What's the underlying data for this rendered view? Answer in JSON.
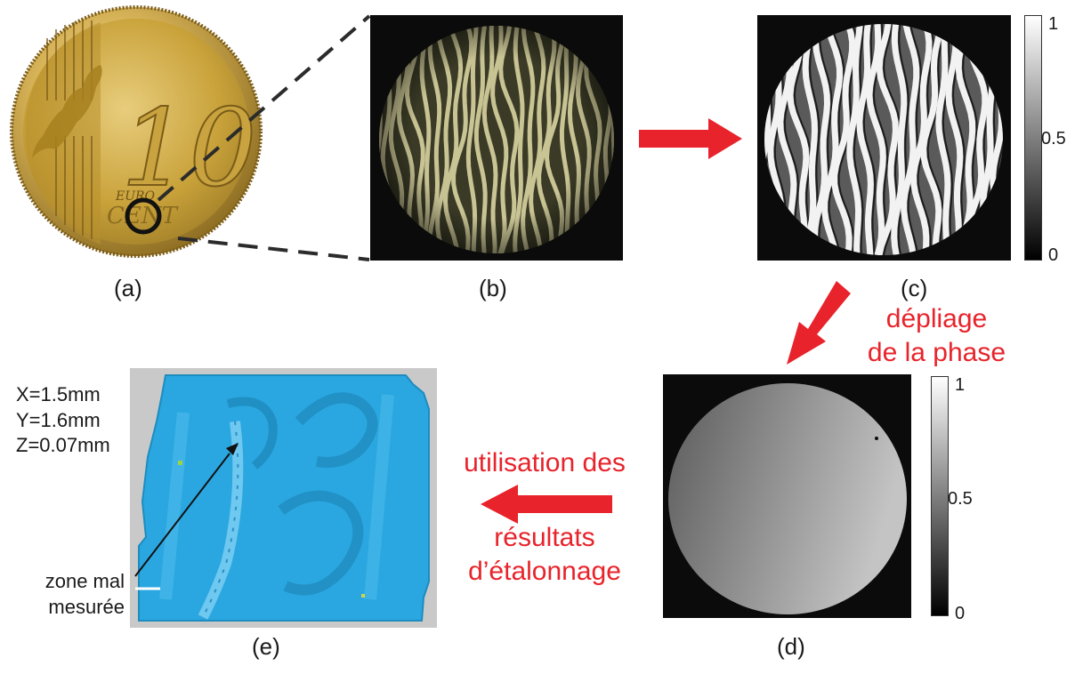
{
  "panels": {
    "a": {
      "label": "(a)",
      "coin": {
        "numeral": "10",
        "text_top": "EURO",
        "text_bottom": "CENT"
      }
    },
    "b": {
      "label": "(b)"
    },
    "c": {
      "label": "(c)",
      "colorbar_ticks": [
        "1",
        "0.5",
        "0"
      ]
    },
    "d": {
      "label": "(d)",
      "colorbar_ticks": [
        "1",
        "0.5",
        "0"
      ]
    },
    "e": {
      "label": "(e)"
    }
  },
  "annotations": {
    "unwrap_line1": "dépliage",
    "unwrap_line2": "de la phase",
    "calib_line1": "utilisation des",
    "calib_line2": "résultats",
    "calib_line3": "d’étalonnage",
    "zone_line1": "zone  mal",
    "zone_line2": "mesurée"
  },
  "dimensions": {
    "x": "X=1.5mm",
    "y": "Y=1.6mm",
    "z": "Z=0.07mm"
  },
  "colors": {
    "arrow_red": "#e8232b",
    "surface_blue": "#2aa7e0",
    "coin_gold": "#c9a23a"
  }
}
